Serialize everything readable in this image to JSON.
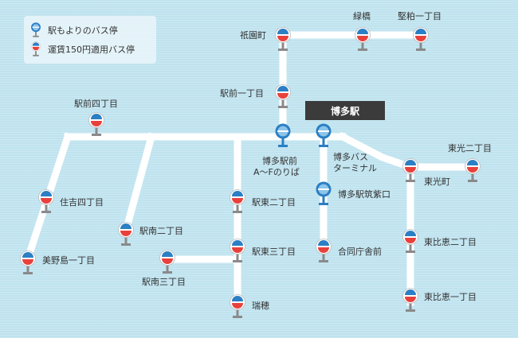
{
  "legend": {
    "normal": "駅もよりのバス停",
    "fare": "運賃150円適用バス停"
  },
  "station": "博多駅",
  "stops": {
    "gion": "祇園町",
    "midoribashi": "緑橋",
    "katakasu": "堅粕一丁目",
    "ekimae1": "駅前一丁目",
    "ekimae4": "駅前四丁目",
    "hakataekimae_1": "博多駅前",
    "hakataekimae_2": "A～Fのりば",
    "hakatabus_1": "博多バス",
    "hakatabus_2": "ターミナル",
    "chikushiguchi": "博多駅筑紫口",
    "higashiko2": "東光二丁目",
    "higashiko": "東光町",
    "sumiyoshi4": "住吉四丁目",
    "ekihigashi2": "駅東二丁目",
    "ekiminami2": "駅南二丁目",
    "ekihigashi3": "駅東三丁目",
    "godochosha": "合同庁舎前",
    "higashihie2": "東比恵二丁目",
    "minoshima1": "美野島一丁目",
    "ekiminami3": "駅南三丁目",
    "mizuho": "瑞穂",
    "higashihie1": "東比恵一丁目"
  },
  "colors": {
    "water": "#bfe3ef",
    "road": "#ffffff",
    "fare_top": "#2b7fc4",
    "fare_bottom": "#e8413c",
    "near_stop": "#2b7fc4",
    "pole": "#8a8a8a"
  }
}
